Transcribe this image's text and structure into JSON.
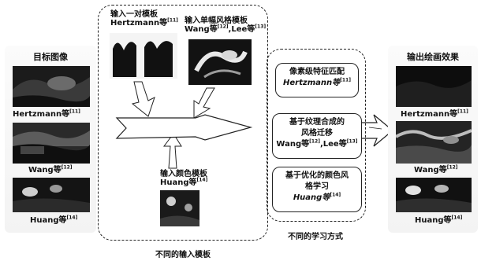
{
  "left": {
    "title": "目标图像",
    "captions": [
      {
        "name": "Hertzmann",
        "suffix": "等",
        "ref": "[11]"
      },
      {
        "name": "Wang",
        "suffix": "等",
        "ref": "[12]"
      },
      {
        "name": "Huang",
        "suffix": "等",
        "ref": "[14]"
      }
    ]
  },
  "inputs": {
    "pair_title": "输入一对模板",
    "pair_author": "Hertzmann等",
    "pair_ref": "[11]",
    "single_title": "输入单幅风格模板",
    "single_author_a": "Wang等",
    "single_ref_a": "[12]",
    "single_author_b": ",Lee等",
    "single_ref_b": "[13]",
    "color_title": "输入颜色模板",
    "color_author": "Huang等",
    "color_ref": "[14]",
    "group_caption": "不同的输入模板"
  },
  "methods": {
    "m1_line1": "像素级特征匹配",
    "m1_line2": "Hertzmann等",
    "m1_ref": "[11]",
    "m2_line1": "基于纹理合成的",
    "m2_line2": "风格迁移",
    "m2_line3a": "Wang等",
    "m2_ref_a": "[12]",
    "m2_line3b": ",Lee等",
    "m2_ref_b": "[13]",
    "m3_line1": "基于优化的颜色风",
    "m3_line2": "格学习",
    "m3_line3": "Huang等",
    "m3_ref": "[14]",
    "group_caption": "不同的学习方式"
  },
  "right": {
    "title": "输出绘画效果",
    "captions": [
      {
        "name": "Hertzmann",
        "suffix": "等",
        "ref": "[11]"
      },
      {
        "name": "Wang",
        "suffix": "等",
        "ref": "[12]"
      },
      {
        "name": "Huang",
        "suffix": "等",
        "ref": "[14]"
      }
    ]
  }
}
